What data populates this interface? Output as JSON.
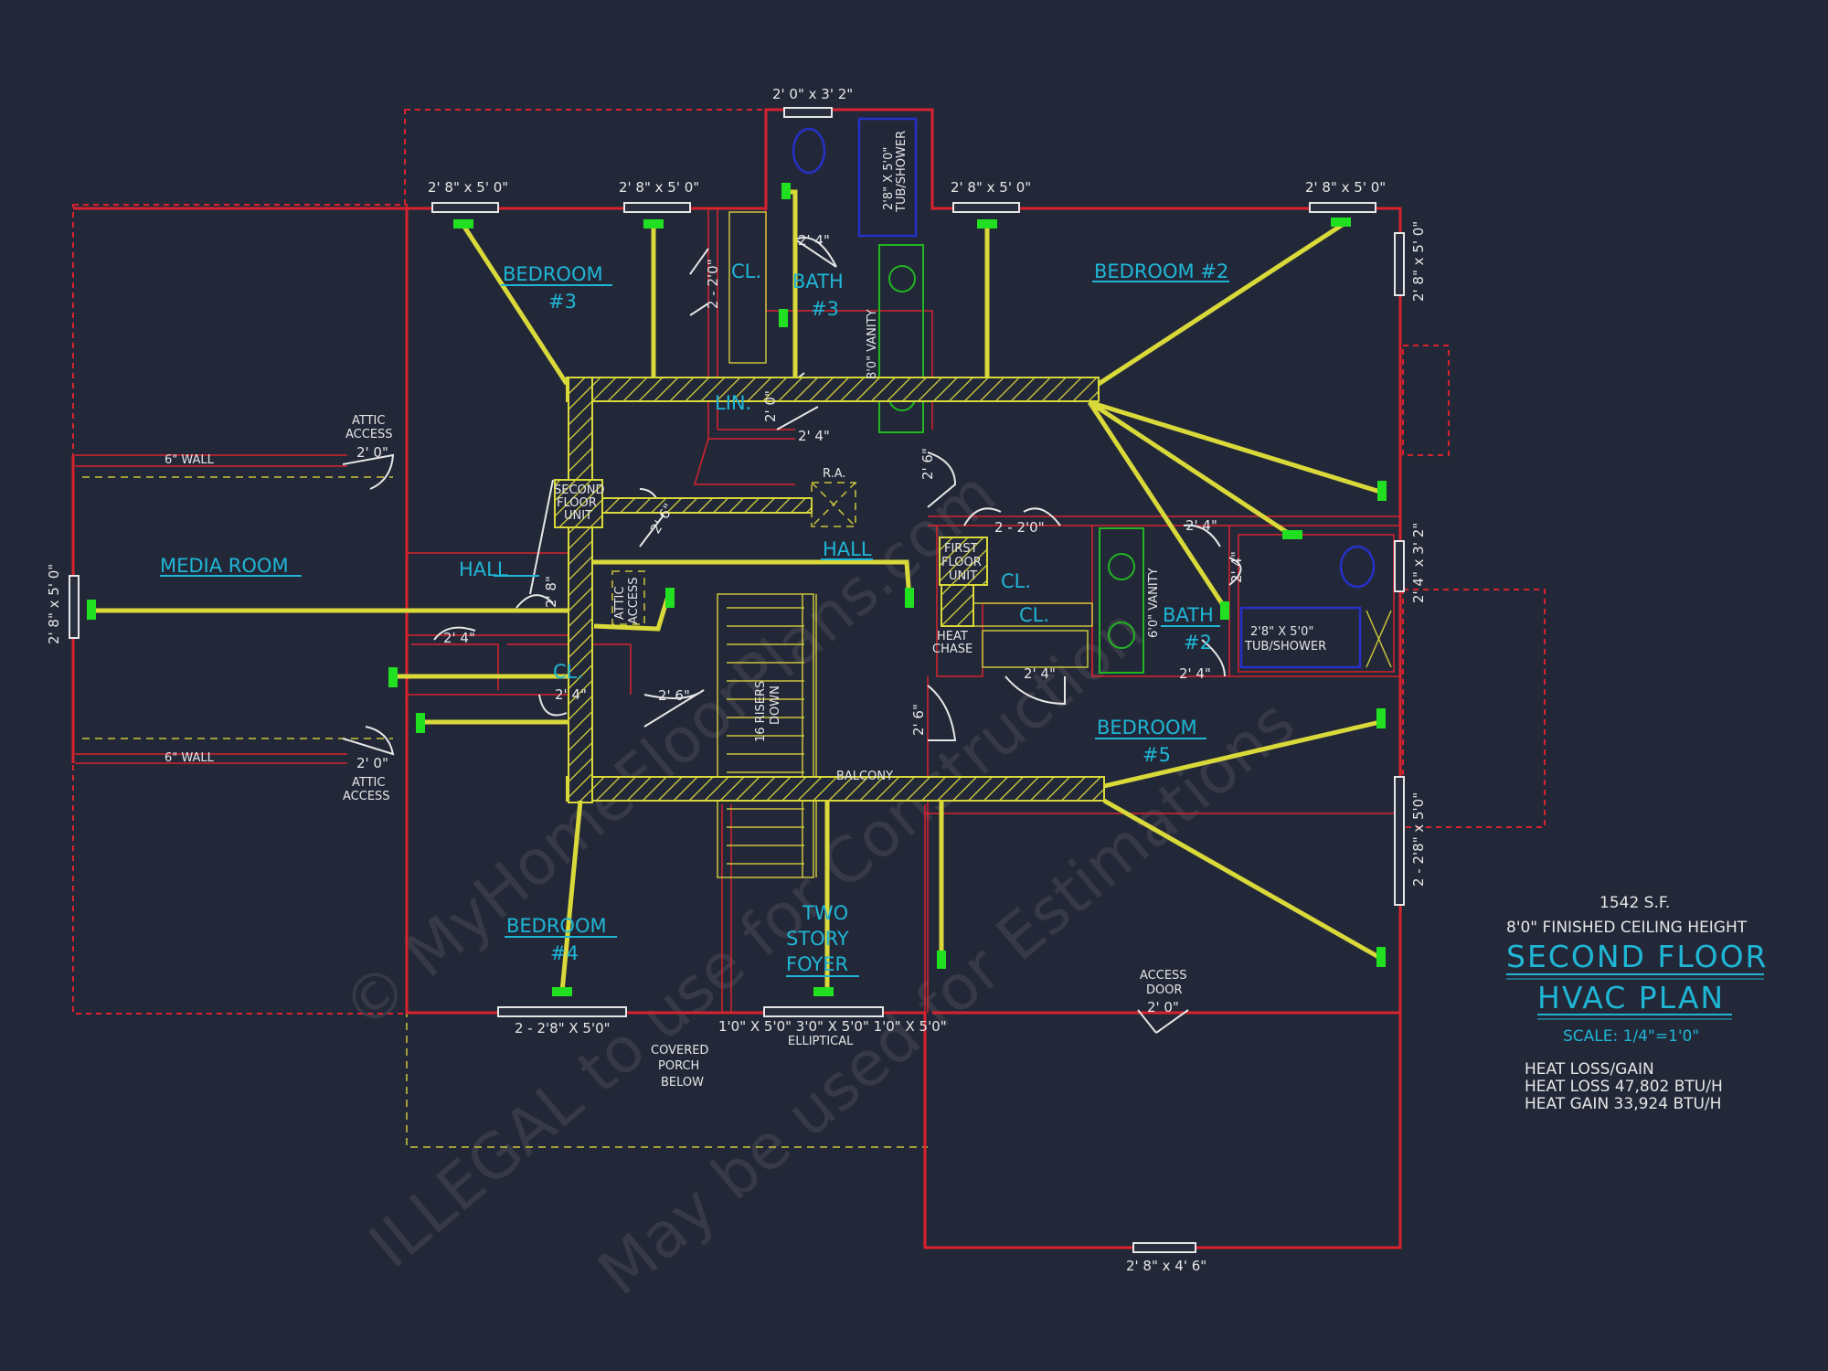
{
  "rooms": {
    "bedroom3": [
      "BEDROOM",
      "#3"
    ],
    "bath3": [
      "BATH",
      "#3"
    ],
    "bedroom2": "BEDROOM  #2",
    "media": "MEDIA  ROOM",
    "hall_left": "HALL",
    "hall_center": "HALL",
    "cl1": "CL.",
    "cl2": "CL.",
    "cl3": "CL.",
    "cl4": "CL.",
    "lin": "LIN.",
    "bath2": [
      "BATH",
      "#2"
    ],
    "bedroom5": [
      "BEDROOM",
      "#5"
    ],
    "bedroom4": [
      "BEDROOM",
      "#4"
    ],
    "foyer": [
      "TWO",
      "STORY",
      "FOYER"
    ]
  },
  "windows": {
    "top_center": "2' 0\" x 3' 2\"",
    "w1": "2' 8\" x 5' 0\"",
    "w2": "2' 8\" x 5' 0\"",
    "w3": "2' 8\" x 5' 0\"",
    "w4": "2' 8\" x 5' 0\"",
    "right_top": "2' 8\" x 5' 0\"",
    "right_mid": "2' 4\" x 3' 2\"",
    "right_low": "2 - 2'8\" x 5'0\"",
    "left": "2' 8\" x 5' 0\"",
    "bottom_left": "2 - 2'8\" X 5'0\"",
    "bottom_center": "1'0\" X 5'0\"  3'0\" X 5'0\"  1'0\" X 5'0\"",
    "elliptical": "ELLIPTICAL",
    "bottom_right": "2' 8\" x 4' 6\""
  },
  "doors": {
    "cl_double": "2 - 2'0\"",
    "bath3": "2' 4\"",
    "lin": "2' 0\"",
    "hall_lin": "2' 4\"",
    "hall_2_6": "2' 6\"",
    "bedroom2_door": "2' 6\"",
    "double_cl": "2 - 2'0\"",
    "bath2_a": "2' 4\"",
    "bath2_b": "2' 4\"",
    "bath2_c": "2' 4\"",
    "cl_lower": "2' 4\"",
    "hall_2_8": "2' 8\"",
    "bed4_a": "2' 4\"",
    "bed4_b": "2' 4\"",
    "bed4_c": "2' 6\"",
    "bed5_door": "2' 6\"",
    "diag": "2' 6\""
  },
  "notes": {
    "attic_top": [
      "ATTIC",
      "ACCESS",
      "2' 0\""
    ],
    "attic_bottom": [
      "2' 0\"",
      "ATTIC",
      "ACCESS"
    ],
    "wall_top": "6\" WALL",
    "wall_bottom": "6\" WALL",
    "second_unit": [
      "SECOND",
      "FLOOR",
      "UNIT"
    ],
    "first_unit": [
      "FIRST",
      "FLOOR",
      "UNIT"
    ],
    "heat_chase": [
      "HEAT",
      "CHASE"
    ],
    "ra": "R.A.",
    "attic_access_mid": [
      "ATTIC",
      "ACCESS"
    ],
    "risers": [
      "16 RISERS",
      "DOWN"
    ],
    "balcony": "BALCONY",
    "vanity8": "8'0\" VANITY",
    "vanity6": "6'0\" VANITY",
    "tub3": [
      "2'8\" X 5'0\"",
      "TUB/SHOWER"
    ],
    "tub2": [
      "2'8\" X 5'0\"",
      "TUB/SHOWER"
    ],
    "covered_porch": [
      "COVERED",
      "PORCH",
      "BELOW"
    ],
    "access_door": [
      "ACCESS",
      "DOOR",
      "2' 0\""
    ]
  },
  "title_block": {
    "area": "1542 S.F.",
    "ceiling": "8'0\" FINISHED CEILING HEIGHT",
    "title1": "SECOND  FLOOR",
    "title2": "HVAC  PLAN",
    "scale": "SCALE:   1/4\"=1'0\"",
    "heat_header": "HEAT LOSS/GAIN",
    "heat_loss": "HEAT LOSS 47,802 BTU/H",
    "heat_gain": "HEAT GAIN 33,924 BTU/H"
  },
  "watermark": [
    "© MyHomeFloorPlans.com",
    "ILLEGAL to use for Construction",
    "May be used for Estimations"
  ],
  "colors": {
    "background": "#232838",
    "walls": "#d8232e",
    "ducts": "#d9d93a",
    "registers": "#21e021",
    "labels": "#1fb6d6"
  }
}
